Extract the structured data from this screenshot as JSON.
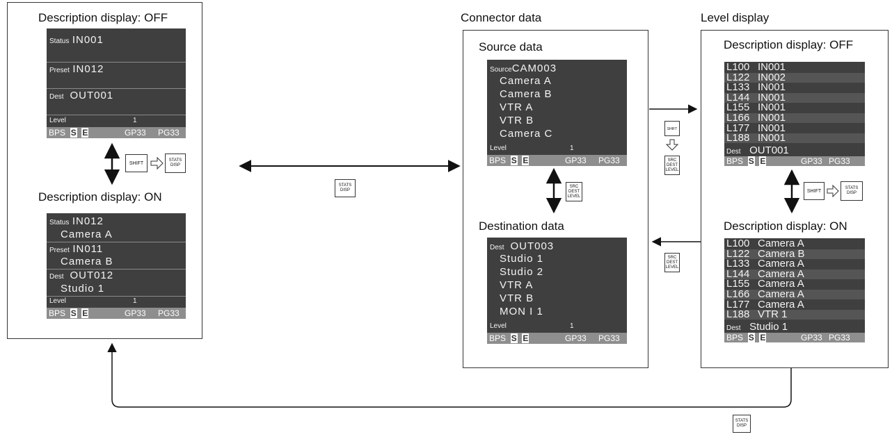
{
  "left_panel": {
    "off_heading": "Description display: OFF",
    "on_heading": "Description display: ON",
    "off_screen": {
      "status_label": "Status",
      "status_value": "IN001",
      "preset_label": "Preset",
      "preset_value": "IN012",
      "dest_label": "Dest",
      "dest_value": "OUT001",
      "level_label": "Level",
      "level_value": "1"
    },
    "on_screen": {
      "status_label": "Status",
      "status_value": "IN012",
      "status_desc": "Camera A",
      "preset_label": "Preset",
      "preset_value": "IN011",
      "preset_desc": "Camera B",
      "dest_label": "Dest",
      "dest_value": "OUT012",
      "dest_desc": "Studio 1",
      "level_label": "Level",
      "level_value": "1"
    }
  },
  "status_bar": {
    "bps": "BPS",
    "s_key": "S",
    "e_key": "E",
    "gp": "GP33",
    "pg": "PG33"
  },
  "connector": {
    "heading": "Connector data",
    "source_heading": "Source data",
    "dest_heading": "Destination data",
    "source_screen": {
      "label": "Source",
      "value": "CAM003",
      "items": [
        "Camera A",
        "Camera B",
        "VTR A",
        "VTR B",
        "Camera C"
      ],
      "level_label": "Level",
      "level_value": "1"
    },
    "dest_screen": {
      "label": "Dest",
      "value": "OUT003",
      "items": [
        "Studio 1",
        "Studio 2",
        "VTR A",
        "VTR B",
        "MON I 1"
      ],
      "level_label": "Level",
      "level_value": "1"
    }
  },
  "level_display": {
    "heading": "Level display",
    "off_heading": "Description display: OFF",
    "on_heading": "Description display: ON",
    "off_rows": [
      {
        "level": "L100",
        "value": "IN001"
      },
      {
        "level": "L122",
        "value": "IN002"
      },
      {
        "level": "L133",
        "value": "IN001"
      },
      {
        "level": "L144",
        "value": "IN001"
      },
      {
        "level": "L155",
        "value": "IN001"
      },
      {
        "level": "L166",
        "value": "IN001"
      },
      {
        "level": "L177",
        "value": "IN001"
      },
      {
        "level": "L188",
        "value": "IN001"
      }
    ],
    "off_dest_label": "Dest",
    "off_dest_value": "OUT001",
    "on_rows": [
      {
        "level": "L100",
        "value": "Camera A"
      },
      {
        "level": "L122",
        "value": "Camera B"
      },
      {
        "level": "L133",
        "value": "Camera A"
      },
      {
        "level": "L144",
        "value": "Camera A"
      },
      {
        "level": "L155",
        "value": "Camera A"
      },
      {
        "level": "L166",
        "value": "Camera A"
      },
      {
        "level": "L177",
        "value": "Camera A"
      },
      {
        "level": "L188",
        "value": "VTR 1"
      }
    ],
    "on_dest_label": "Dest",
    "on_dest_value": "Studio 1"
  },
  "keys": {
    "shift": "SHIFT",
    "stats_line1": "STATS",
    "stats_line2": "DISP",
    "src_line1": "SRC",
    "src_line2": "DEST",
    "src_line3": "LEVEL"
  }
}
